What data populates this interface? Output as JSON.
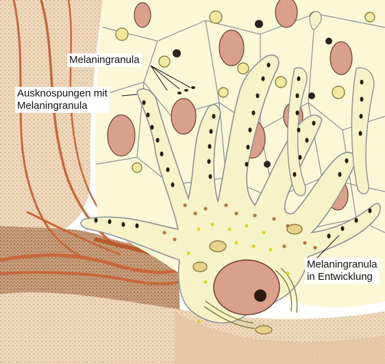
{
  "labels": {
    "melaninGranules": "Melaningranula",
    "budding": "Ausknospungen mit\nMelaningranula",
    "developing": "Melaningranula\nin Entwicklung"
  },
  "colors": {
    "cytoplasm": "#f7f3c9",
    "cellOutline": "#8a8f95",
    "keratinocyte": "#fbf8d8",
    "nucleus": "#d9a08c",
    "nucleusDark": "#6b3a2e",
    "granule": "#2a1a12",
    "granuleDeveloping": "#b8743a",
    "premelanosome": "#d9d21e",
    "dermisFiber": "#c7683a",
    "dermisBase": "#e9c9a3"
  }
}
